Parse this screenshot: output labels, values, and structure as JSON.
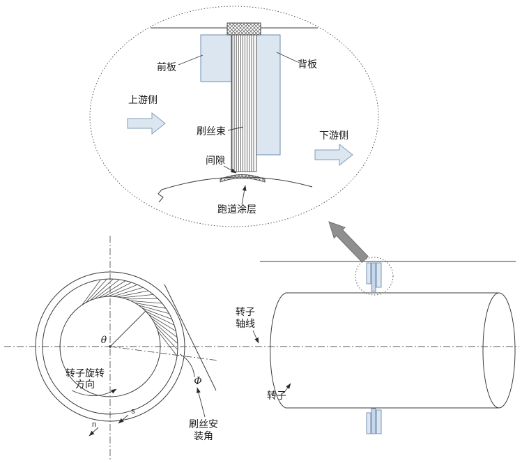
{
  "figure": {
    "detail_view": {
      "front_plate": "前板",
      "back_plate": "背板",
      "upstream": "上游侧",
      "bristle_pack": "刷丝束",
      "downstream": "下游侧",
      "clearance": "间隙",
      "runway_coating": "跑道涂层"
    },
    "front_view": {
      "theta": "θ",
      "rotation_dir_line1": "转子旋转",
      "rotation_dir_line2": "方向",
      "phi": "Φ",
      "s": "s",
      "n": "n",
      "install_angle_line1": "刷丝安",
      "install_angle_line2": "装角"
    },
    "side_view": {
      "axis_line1": "转子",
      "axis_line2": "轴线",
      "rotor": "转子"
    },
    "colors": {
      "plate_fill": "#dce6f1",
      "plate_stroke": "#6b8cae",
      "block_arrow_fill": "#dce6f1",
      "block_arrow_stroke": "#7f9db9",
      "gray_arrow_fill": "#8f8f8f",
      "line": "#3a3a3a"
    }
  }
}
